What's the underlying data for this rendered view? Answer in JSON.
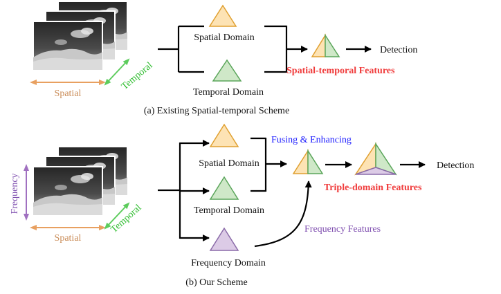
{
  "top": {
    "spatial_domain": "Spatial Domain",
    "temporal_domain": "Temporal Domain",
    "features": "Spatial-temporal Features",
    "detection": "Detection",
    "axis_spatial": "Spatial",
    "axis_temporal": "Temporal",
    "caption": "(a) Existing Spatial-temporal Scheme"
  },
  "bottom": {
    "spatial_domain": "Spatial Domain",
    "temporal_domain": "Temporal Domain",
    "frequency_domain": "Frequency Domain",
    "fusing": "Fusing & Enhancing",
    "features": "Triple-domain Features",
    "frequency_features": "Frequency Features",
    "detection": "Detection",
    "axis_spatial": "Spatial",
    "axis_temporal": "Temporal",
    "axis_frequency": "Frequency",
    "caption": "(b) Our Scheme"
  },
  "colors": {
    "spatial_fill": "#fde3b4",
    "spatial_stroke": "#e0a030",
    "temporal_fill": "#cfe8c8",
    "temporal_stroke": "#5aa55a",
    "frequency_fill": "#dccbe6",
    "frequency_stroke": "#8a6aa8",
    "red_text": "#f03c3c",
    "blue_text": "#1a1aff",
    "purple_text": "#8050b0",
    "green_text": "#2ebd2e",
    "orange_text": "#c98a55"
  }
}
